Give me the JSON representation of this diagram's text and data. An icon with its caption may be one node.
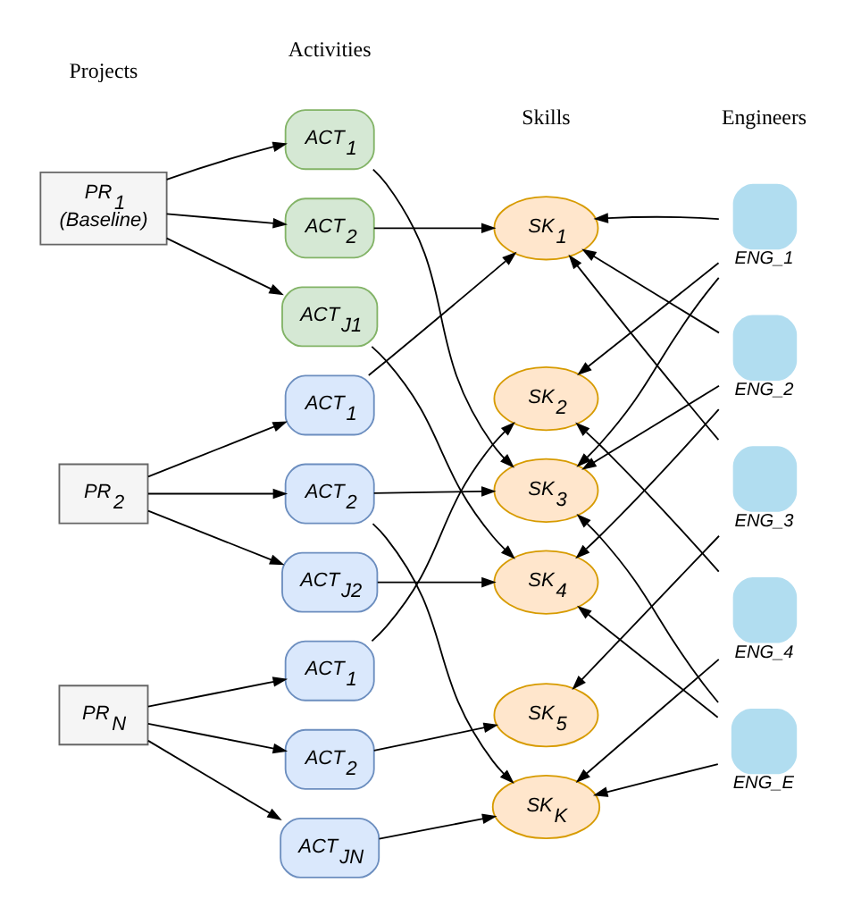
{
  "diagram": {
    "nodes": [
      {
        "text": [
          "PR$_{1}$",
          "(Baseline)"
        ]
      },
      {
        "text": [
          "PR$_{2}$"
        ]
      },
      {
        "text": [
          "PR$_{N}$"
        ]
      },
      {
        "text": [
          "ACT$_{1}$"
        ]
      },
      {
        "text": [
          "ACT$_{2}$"
        ]
      },
      {
        "text": [
          "ACT$_{J1}$"
        ]
      },
      {
        "text": [
          "ACT$_{1}$"
        ]
      },
      {
        "text": [
          "ACT$_{2}$"
        ]
      },
      {
        "text": [
          "ACT$_{J2}$"
        ]
      },
      {
        "text": [
          "ACT$_{1}$"
        ]
      },
      {
        "text": [
          "ACT$_{2}$"
        ]
      },
      {
        "text": [
          "ACT$_{JN}$"
        ]
      },
      {
        "text": [
          "SK$_{1}$"
        ]
      },
      {
        "text": [
          "SK$_{2}$"
        ]
      },
      {
        "text": [
          "SK$_{3}$"
        ]
      },
      {
        "text": [
          "SK$_{4}$"
        ]
      },
      {
        "text": [
          "SK$_{5}$"
        ]
      },
      {
        "text": [
          "SK$_{K}$"
        ]
      },
      {
        "text": [],
        "shape": "person",
        "beside": [
          "ENG_1"
        ]
      },
      {
        "text": [],
        "shape": "person",
        "beside": [
          "ENG_2"
        ]
      },
      {
        "text": [],
        "shape": "person",
        "beside": [
          "ENG_3"
        ]
      },
      {
        "text": [],
        "shape": "person",
        "beside": [
          "ENG_4"
        ]
      },
      {
        "text": [],
        "shape": "person",
        "beside": [
          "ENG_E"
        ]
      }
    ],
    "edges": [
      {
        "from": 0,
        "to": 3,
        "arrow": "to"
      },
      {
        "from": 0,
        "to": 4,
        "arrow": "to"
      },
      {
        "from": 0,
        "to": 5,
        "arrow": "to"
      },
      {
        "from": 1,
        "to": 6,
        "arrow": "to"
      },
      {
        "from": 1,
        "to": 7,
        "arrow": "to"
      },
      {
        "from": 1,
        "to": 8,
        "arrow": "to"
      },
      {
        "from": 2,
        "to": 9,
        "arrow": "to"
      },
      {
        "from": 2,
        "to": 10,
        "arrow": "to"
      },
      {
        "from": 2,
        "to": 11,
        "arrow": "to"
      },
      {
        "from": 3,
        "to": 14,
        "arrow": "to"
      },
      {
        "from": 4,
        "to": 12,
        "arrow": "to"
      },
      {
        "from": 5,
        "to": 15,
        "arrow": "to"
      },
      {
        "from": 6,
        "to": 12,
        "arrow": "to"
      },
      {
        "from": 7,
        "to": 14,
        "arrow": "to"
      },
      {
        "from": 7,
        "to": 17,
        "arrow": "to"
      },
      {
        "from": 8,
        "to": 15,
        "arrow": "to"
      },
      {
        "from": 9,
        "to": 13,
        "arrow": "to"
      },
      {
        "from": 10,
        "to": 16,
        "arrow": "to"
      },
      {
        "from": 11,
        "to": 17,
        "arrow": "to"
      },
      {
        "from": 18,
        "to": 12,
        "arrow": "to"
      },
      {
        "from": 18,
        "to": 13,
        "arrow": "to"
      },
      {
        "from": 18,
        "to": 14,
        "arrow": "to"
      },
      {
        "from": 19,
        "to": 12,
        "arrow": "to"
      },
      {
        "from": 19,
        "to": 14,
        "arrow": "to"
      },
      {
        "from": 19,
        "to": 15,
        "arrow": "to"
      },
      {
        "from": 20,
        "to": 12,
        "arrow": "to"
      },
      {
        "from": 20,
        "to": 16,
        "arrow": "to"
      },
      {
        "from": 21,
        "to": 13,
        "arrow": "to"
      },
      {
        "from": 21,
        "to": 17,
        "arrow": "to"
      },
      {
        "from": 22,
        "to": 14,
        "arrow": "to"
      },
      {
        "from": 22,
        "to": 15,
        "arrow": "to"
      },
      {
        "from": 22,
        "to": 17,
        "arrow": "to"
      }
    ],
    "labels": [
      "Projects",
      "Activities",
      "Skills",
      "Engineers"
    ]
  }
}
